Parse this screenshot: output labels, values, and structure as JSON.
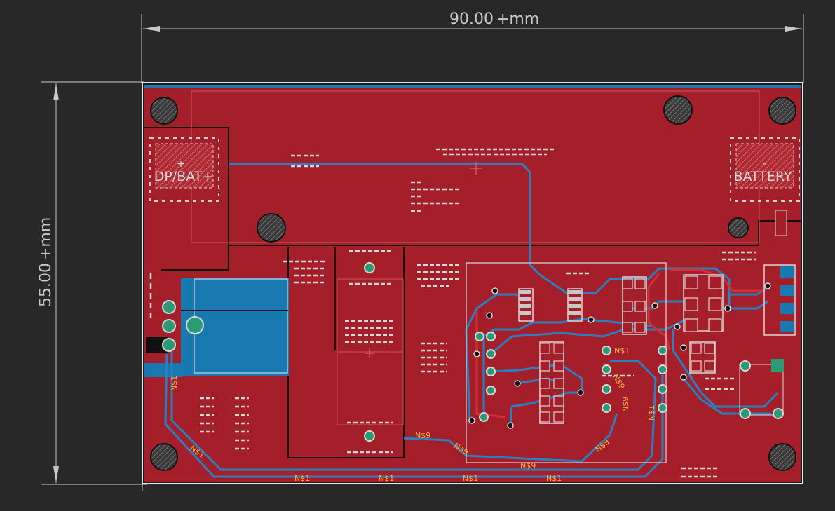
{
  "dimensions": {
    "width_label": "90.00",
    "height_label": "55.00",
    "unit": "mm"
  },
  "silkscreen": {
    "left_connector": "DP/BAT+",
    "right_connector": "BATTERY",
    "plus_sign": "+",
    "minus_sign": "-"
  },
  "net_labels": {
    "n1": "N$1",
    "n9": "N$9"
  },
  "colors": {
    "background": "#282828",
    "copper_top": "#a41f2a",
    "copper_bottom": "#1779b0",
    "pad": "#b0b0b0",
    "via_fill": "#2a9a74",
    "dimension_line": "#c8c8c8",
    "net_label": "#f0b040"
  }
}
